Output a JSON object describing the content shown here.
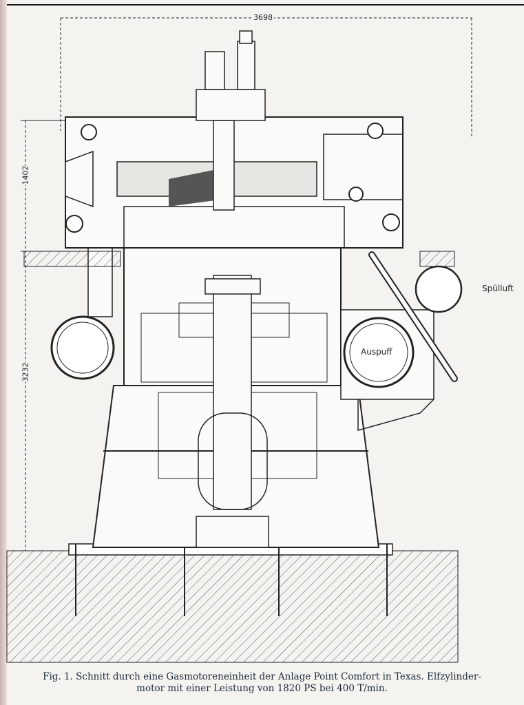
{
  "dimensions": {
    "width_total": "3698",
    "height_upper": "1402",
    "height_lower": "3232"
  },
  "labels": {
    "scavenging_air": "Spülluft",
    "exhaust": "Auspuff"
  },
  "caption": {
    "line1": "Fig. 1. Schnitt durch eine Gasmotoreneinheit der Anlage Point Comfort in Texas. Elfzylinder-",
    "line2": "motor mit einer Leistung von 1820 PS bei 400 T/min."
  }
}
